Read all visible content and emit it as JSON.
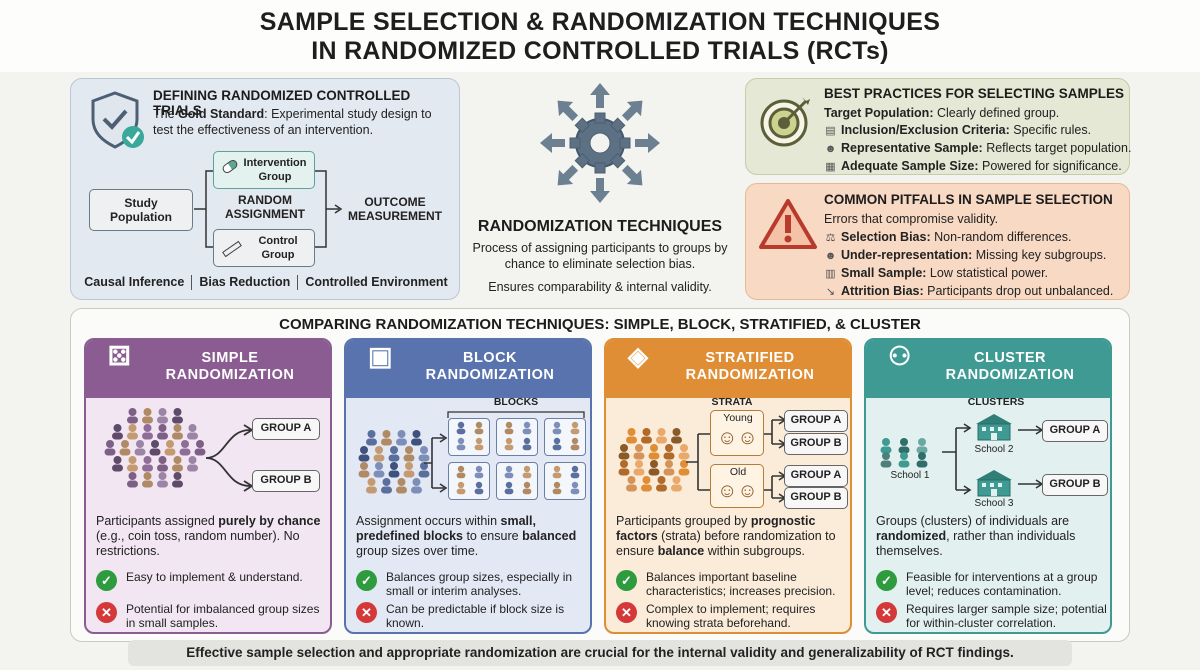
{
  "title": {
    "line1": "SAMPLE SELECTION & RANDOMIZATION TECHNIQUES",
    "line2": "IN RANDOMIZED CONTROLLED TRIALS (RCTs)"
  },
  "define": {
    "heading": "DEFINING RANDOMIZED CONTROLLED TRIALS",
    "desc_prefix": "The ",
    "desc_bold": "Gold Standard",
    "desc_rest": ": Experimental study design to test the effectiveness of an intervention.",
    "study_population": "Study Population",
    "intervention_group": "Intervention Group",
    "control_group": "Control Group",
    "random_assignment": "RANDOM ASSIGNMENT",
    "outcome": "OUTCOME MEASUREMENT",
    "tags": [
      "Causal Inference",
      "Bias Reduction",
      "Controlled Environment"
    ]
  },
  "techniques": {
    "heading": "RANDOMIZATION TECHNIQUES",
    "desc": "Process of assigning participants to groups by chance to eliminate selection bias.",
    "note": "Ensures comparability & internal validity."
  },
  "best": {
    "heading": "BEST PRACTICES FOR SELECTING SAMPLES",
    "items": [
      {
        "bold": "Target Population:",
        "text": " Clearly defined group."
      },
      {
        "bold": "Inclusion/Exclusion Criteria:",
        "text": " Specific rules."
      },
      {
        "bold": "Representative Sample:",
        "text": " Reflects target population."
      },
      {
        "bold": "Adequate Sample Size:",
        "text": " Powered for significance."
      }
    ]
  },
  "pitfalls": {
    "heading": "COMMON PITFALLS IN SAMPLE SELECTION",
    "intro": "Errors that compromise validity.",
    "items": [
      {
        "bold": "Selection Bias:",
        "text": " Non-random differences."
      },
      {
        "bold": "Under-representation:",
        "text": " Missing key subgroups."
      },
      {
        "bold": "Small Sample:",
        "text": " Low statistical power."
      },
      {
        "bold": "Attrition Bias:",
        "text": " Participants drop out unbalanced."
      }
    ]
  },
  "compare": {
    "heading": "COMPARING RANDOMIZATION TECHNIQUES: SIMPLE, BLOCK, STRATIFIED, & CLUSTER"
  },
  "cards": [
    {
      "title1": "SIMPLE",
      "title2": "RANDOMIZATION",
      "labels": {
        "group_a": "GROUP A",
        "group_b": "GROUP B"
      },
      "desc": [
        {
          "t": "Participants assigned "
        },
        {
          "b": "purely by chance"
        },
        {
          "t": " (e.g., coin toss, random number). No restrictions."
        }
      ],
      "pro": "Easy to implement & understand.",
      "con": "Potential for imbalanced group sizes in small samples."
    },
    {
      "title1": "BLOCK",
      "title2": "RANDOMIZATION",
      "labels": {
        "blocks": "BLOCKS"
      },
      "desc": [
        {
          "t": "Assignment occurs within "
        },
        {
          "b": "small, predefined blocks"
        },
        {
          "t": " to ensure "
        },
        {
          "b": "balanced"
        },
        {
          "t": " group sizes over time."
        }
      ],
      "pro": "Balances group sizes, especially in small or interim analyses.",
      "con": "Can be predictable if block size is known."
    },
    {
      "title1": "STRATIFIED",
      "title2": "RANDOMIZATION",
      "labels": {
        "strata": "STRATA",
        "young": "Young",
        "old": "Old",
        "group_a": "GROUP A",
        "group_b": "GROUP B"
      },
      "desc": [
        {
          "t": "Participants grouped by "
        },
        {
          "b": "prognostic factors"
        },
        {
          "t": " (strata) before randomization to ensure "
        },
        {
          "b": "balance"
        },
        {
          "t": " within subgroups."
        }
      ],
      "pro": "Balances important baseline characteristics; increases precision.",
      "con": "Complex to implement; requires knowing strata beforehand."
    },
    {
      "title1": "CLUSTER",
      "title2": "RANDOMIZATION",
      "labels": {
        "clusters": "CLUSTERS",
        "school1": "School 1",
        "school2": "School 2",
        "school3": "School 3",
        "group_a": "GROUP A",
        "group_b": "GROUP B"
      },
      "desc": [
        {
          "t": "Groups (clusters) of individuals are "
        },
        {
          "b": "randomized"
        },
        {
          "t": ", rather than individuals themselves."
        }
      ],
      "pro": "Feasible for interventions at a group level; reduces contamination.",
      "con": "Requires larger sample size; potential for within-cluster correlation."
    }
  ],
  "footer": "Effective sample selection and appropriate randomization are crucial for the internal validity and generalizability of RCT findings.",
  "colors": {
    "simple": "#8b5c92",
    "block": "#5873ad",
    "stratified": "#e08e36",
    "cluster": "#3e9a93"
  }
}
